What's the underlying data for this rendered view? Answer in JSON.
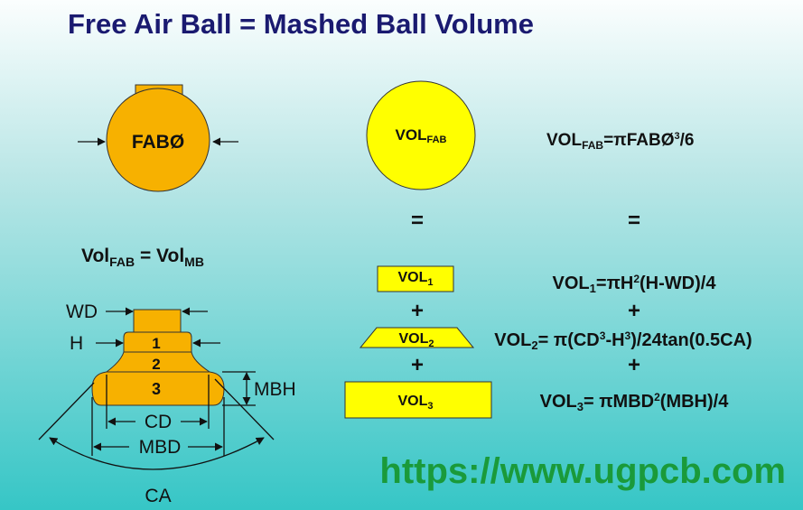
{
  "title": "Free Air Ball = Mashed Ball Volume",
  "fab": {
    "label": "FABØ"
  },
  "vol_fab_circle": {
    "main": "VOL",
    "sub": "FAB"
  },
  "vol_fab_formula": {
    "main": "VOL",
    "sub": "FAB",
    "rest": "=πFABØ",
    "sup": "3",
    "end": "/6"
  },
  "equals": "=",
  "plus": "+",
  "equality": {
    "a": "Vol",
    "a_sub": "FAB",
    "mid": " = Vol",
    "b_sub": "MB"
  },
  "parts": [
    {
      "main": "VOL",
      "sub": "1"
    },
    {
      "main": "VOL",
      "sub": "2"
    },
    {
      "main": "VOL",
      "sub": "3"
    }
  ],
  "formulas": [
    {
      "a": "VOL",
      "sub": "1",
      "b": "=πH",
      "sup": "2",
      "c": "(H-WD)/4"
    },
    {
      "a": "VOL",
      "sub": "2",
      "b": "= π(CD",
      "sup": "3",
      "c": "-H",
      "sup2": "3",
      "d": ")/24tan(0.5CA)"
    },
    {
      "a": "VOL",
      "sub": "3",
      "b": "= πMBD",
      "sup": "2",
      "c": "(MBH)/4"
    }
  ],
  "ball_layers": [
    "1",
    "2",
    "3"
  ],
  "dimensions": {
    "wd": "WD",
    "h": "H",
    "mbh": "MBH",
    "cd": "CD",
    "mbd": "MBD",
    "ca": "CA"
  },
  "watermark": "https://www.ugpcb.com",
  "colors": {
    "title": "#1a1a70",
    "orange": "#f7b100",
    "yellow": "#ffff00",
    "watermark": "#1a9a3a"
  }
}
